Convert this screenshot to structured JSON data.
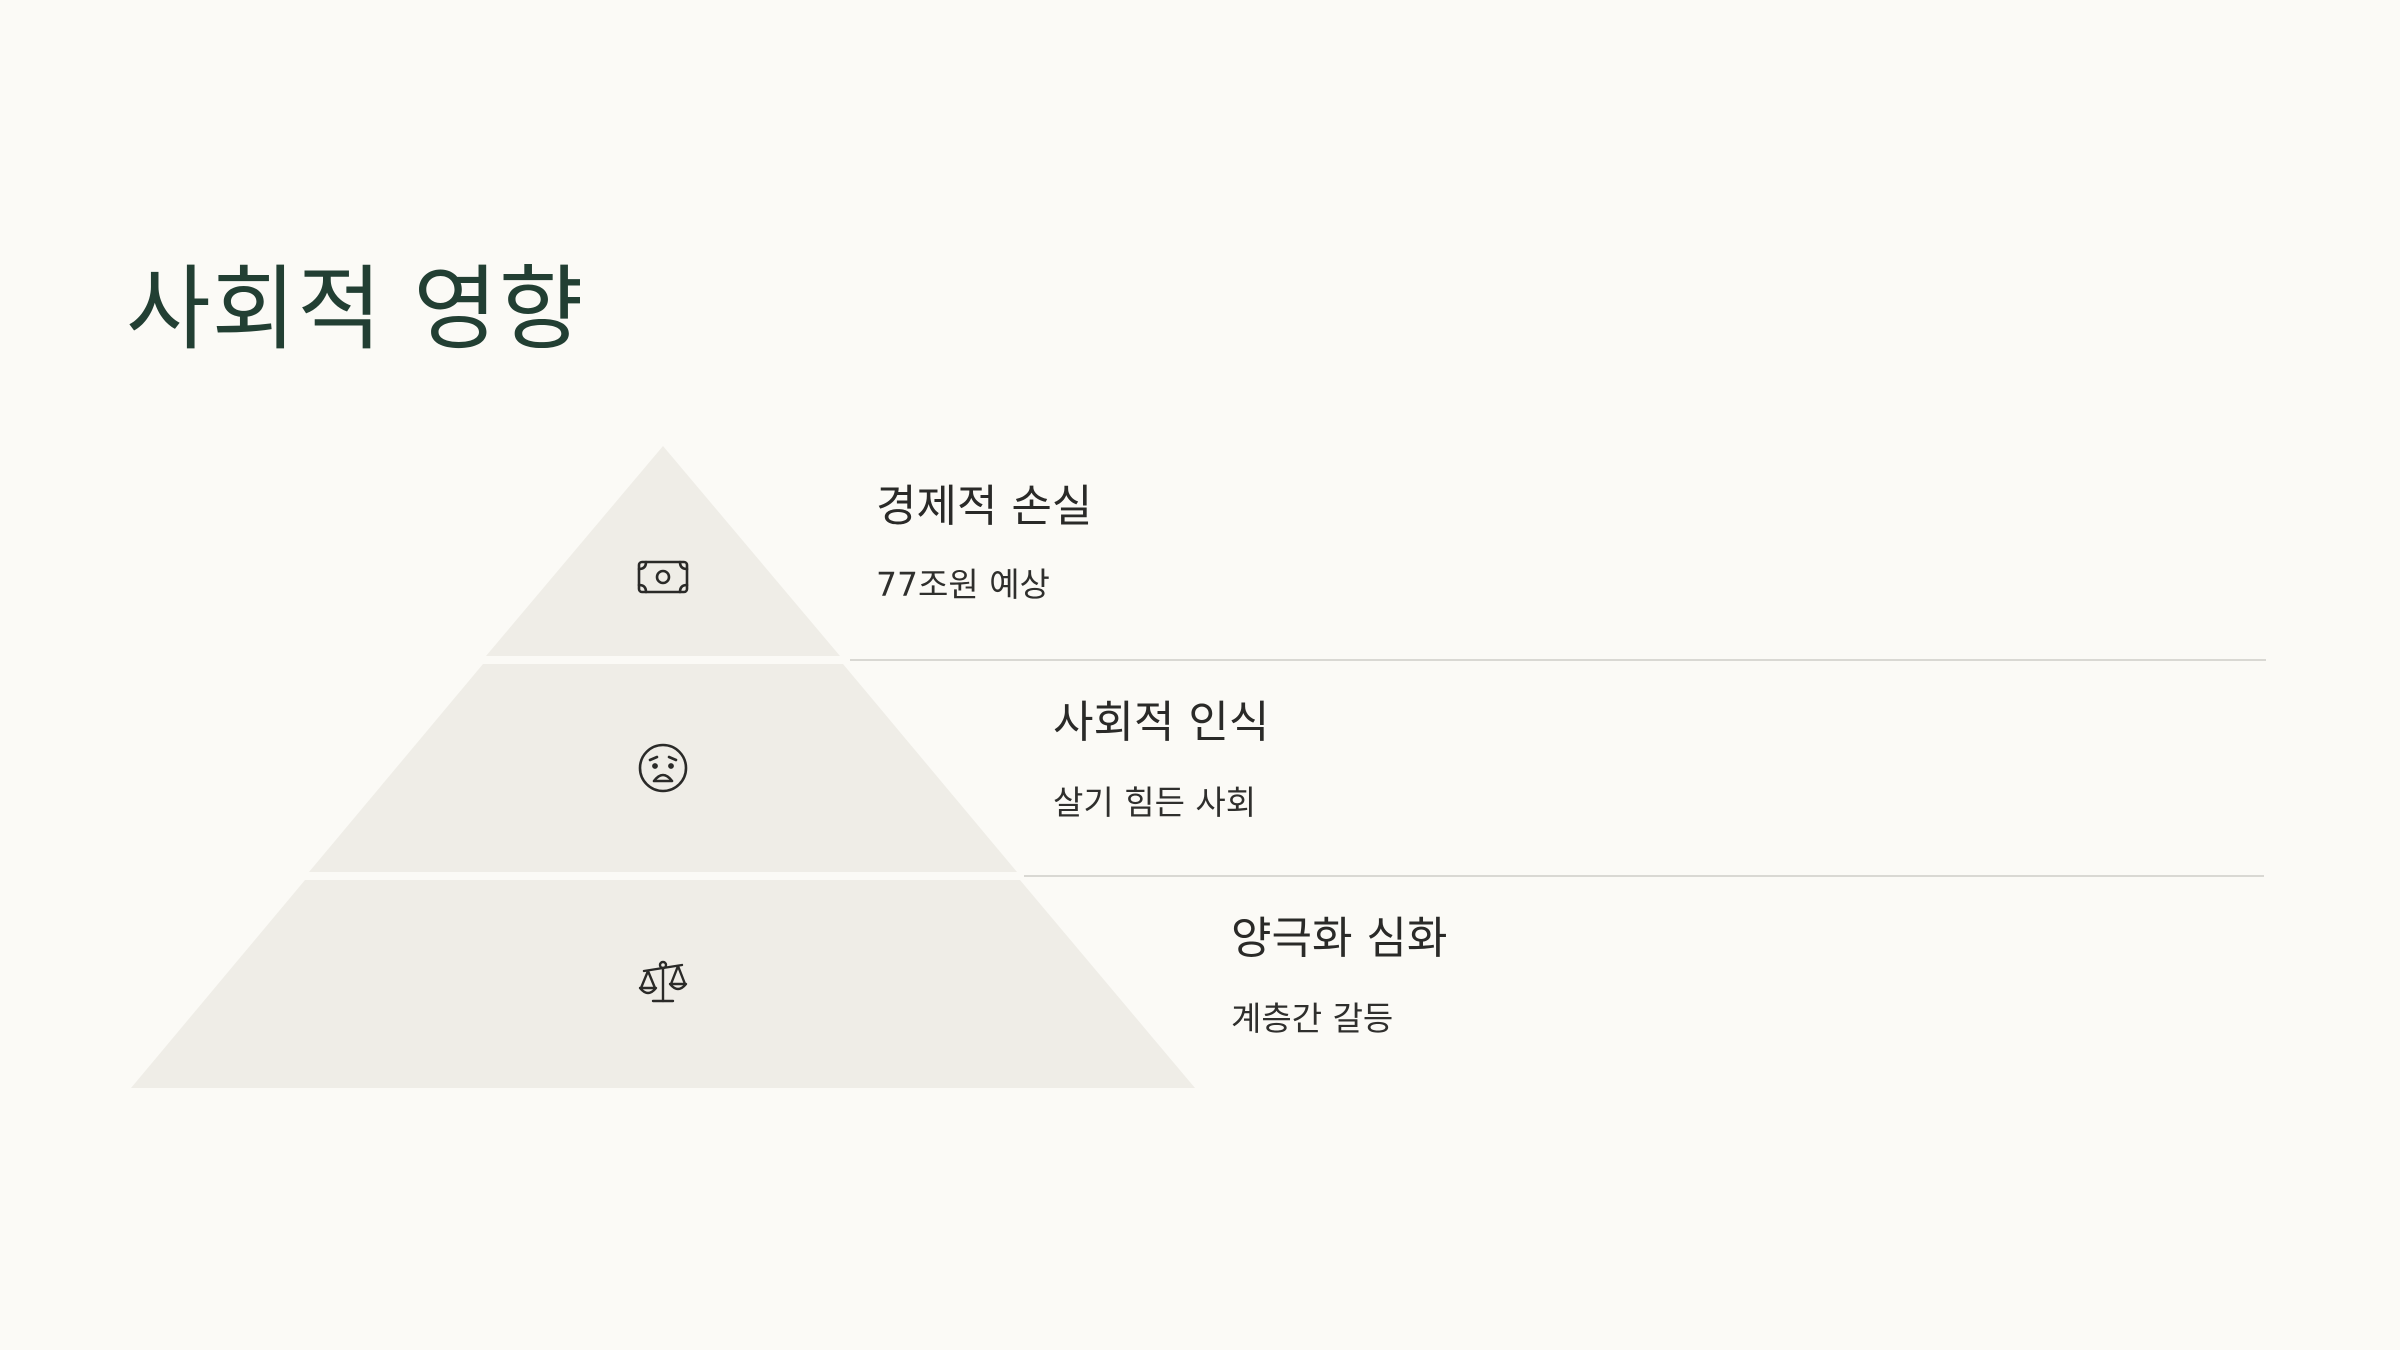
{
  "slide": {
    "title": "사회적 영향"
  },
  "colors": {
    "background": "#fbfaf6",
    "title": "#223f33",
    "tier_fill": "#efede7",
    "text": "#2a2a28",
    "divider": "#d9d8d3"
  },
  "tiers": [
    {
      "icon": "money-bill-icon",
      "title": "경제적 손실",
      "description": "77조원 예상"
    },
    {
      "icon": "worried-face-icon",
      "title": "사회적 인식",
      "description": "살기 힘든 사회"
    },
    {
      "icon": "balance-scale-icon",
      "title": "양극화 심화",
      "description": "계층간 갈등"
    }
  ]
}
